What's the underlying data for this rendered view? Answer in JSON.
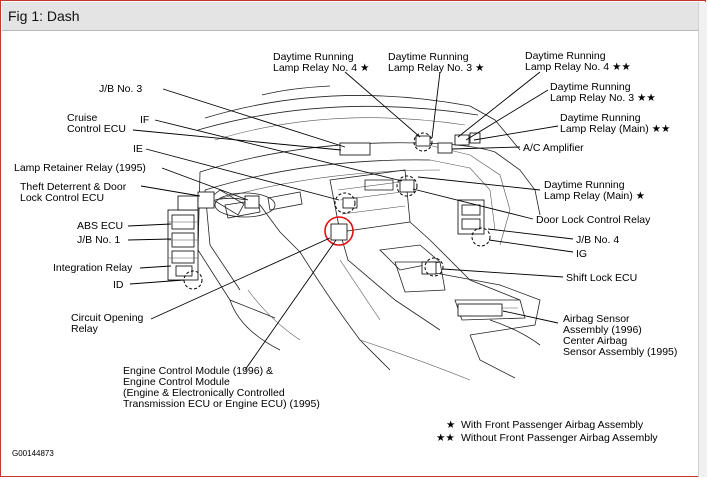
{
  "window": {
    "title": "Fig 1: Dash"
  },
  "labels": {
    "drl_relay_4_single": "Daytime Running\nLamp Relay No. 4 ★",
    "drl_relay_3_single": "Daytime Running\nLamp Relay No. 3 ★",
    "drl_relay_4_double": "Daytime Running\nLamp Relay No. 4 ★★",
    "drl_relay_3_double": "Daytime Running\nLamp Relay No. 3 ★★",
    "drl_relay_main_double": "Daytime Running\nLamp Relay (Main) ★★",
    "ac_amplifier": "A/C Amplifier",
    "drl_relay_main_single": "Daytime Running\nLamp Relay (Main) ★",
    "door_lock_control_relay": "Door Lock Control Relay",
    "jb_no4": "J/B No. 4",
    "ig_right": "IG",
    "shift_lock_ecu": "Shift Lock ECU",
    "airbag_sensor": "Airbag Sensor\nAssembly (1996)\nCenter Airbag\nSensor Assembly (1995)",
    "jb_no3": "J/B No. 3",
    "cruise_control_ecu": "Cruise\nControl ECU",
    "if": "IF",
    "ie": "IE",
    "lamp_retainer_relay": "Lamp Retainer Relay (1995)",
    "theft_deterrent": "Theft Deterrent & Door\nLock Control ECU",
    "abs_ecu": "ABS ECU",
    "jb_no1": "J/B No. 1",
    "integration_relay": "Integration Relay",
    "id": "ID",
    "circuit_opening_relay": "Circuit Opening\nRelay",
    "engine_control_module": "Engine Control Module (1996) &\nEngine Control Module\n(Engine & Electronically Controlled\nTransmission ECU or Engine ECU) (1995)",
    "legend_single": "With Front Passenger Airbag Assembly",
    "legend_double": "Without Front Passenger Airbag Assembly",
    "figure_code": "G00144873"
  },
  "legend": {
    "single_mark": "★",
    "double_mark": "★★"
  },
  "colors": {
    "highlight": "#e01010",
    "frame_border": "#c0392b",
    "title_bar": "#e4e4e4"
  }
}
